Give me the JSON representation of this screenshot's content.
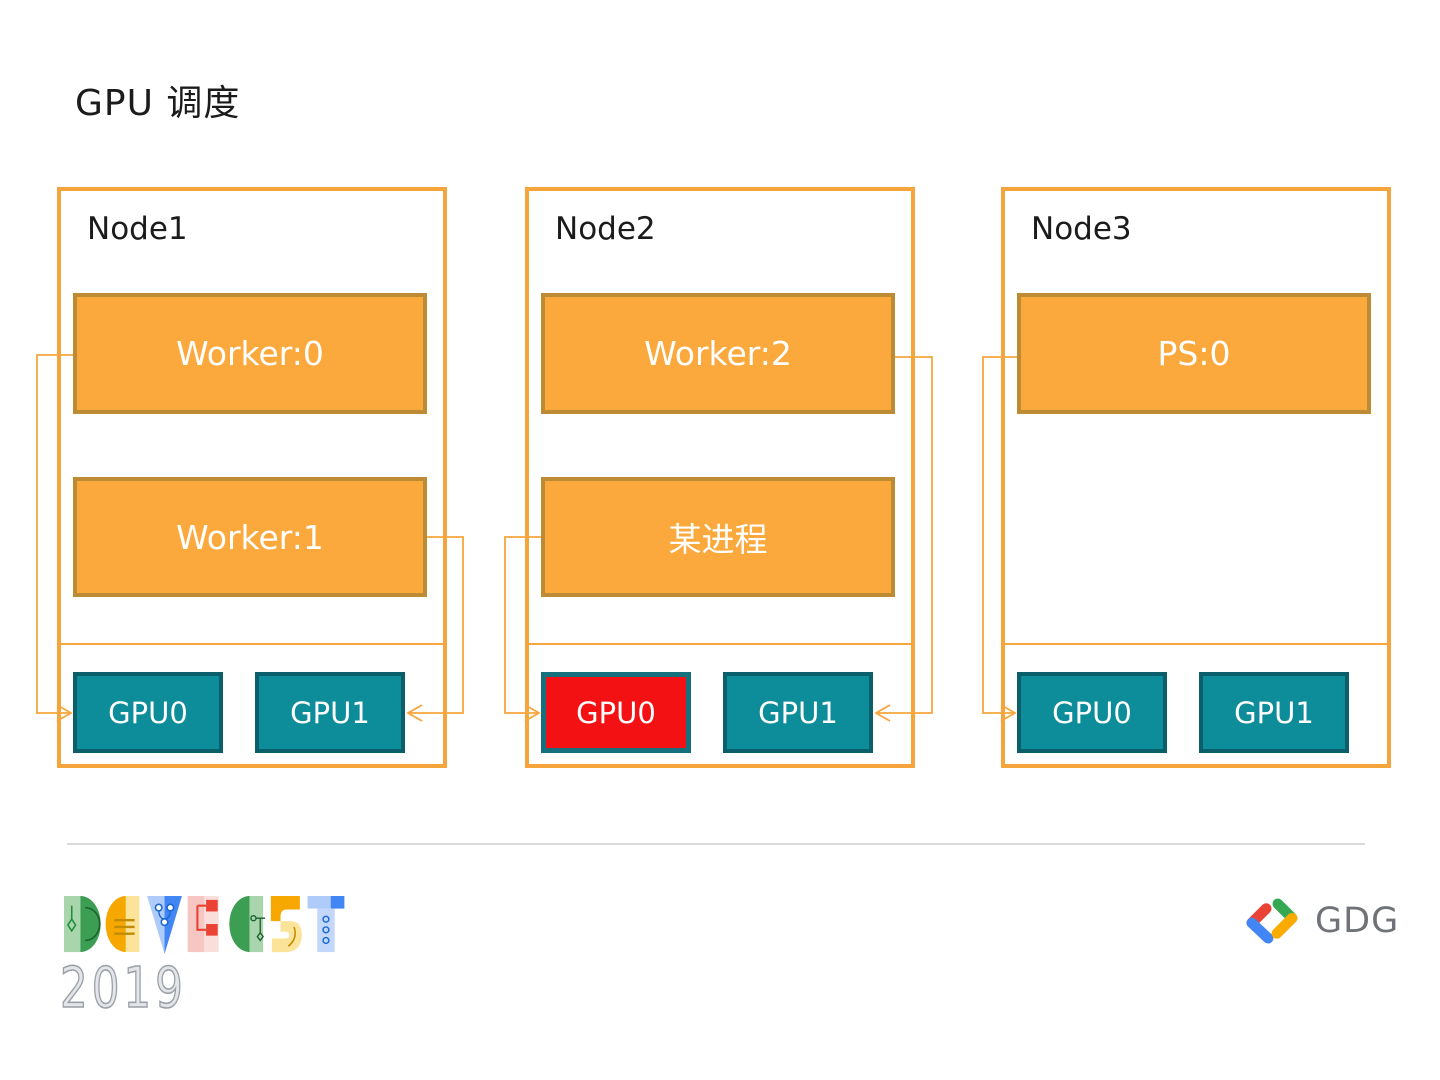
{
  "slide_title": "GPU 调度",
  "nodes": [
    {
      "label": "Node1",
      "processes": [
        "Worker:0",
        "Worker:1"
      ],
      "gpus": [
        "GPU0",
        "GPU1"
      ]
    },
    {
      "label": "Node2",
      "processes": [
        "Worker:2",
        "某进程"
      ],
      "gpus": [
        "GPU0",
        "GPU1"
      ],
      "busy_gpu": "GPU0"
    },
    {
      "label": "Node3",
      "processes": [
        "PS:0"
      ],
      "gpus": [
        "GPU0",
        "GPU1"
      ]
    }
  ],
  "edges": [
    {
      "from": "Node1.Worker:0",
      "to": "Node1.GPU0"
    },
    {
      "from": "Node1.Worker:1",
      "to": "Node1.GPU1"
    },
    {
      "from": "Node2.某进程",
      "to": "Node2.GPU0"
    },
    {
      "from": "Node2.Worker:2",
      "to": "Node2.GPU1"
    },
    {
      "from": "Node3.PS:0",
      "to": "Node3.GPU0"
    }
  ],
  "colors": {
    "node_border": "#F6A43C",
    "process_fill": "#FBA93D",
    "process_border": "#BE8B35",
    "gpu_fill": "#0D8C99",
    "gpu_border": "#0A5F6B",
    "busy_gpu_fill": "#F41113",
    "busy_gpu_border": "#17707E",
    "arrow": "#F7A53C",
    "footer_rule": "#DADADA"
  },
  "footer": {
    "event": "DEVFEST",
    "year": "2019",
    "org": "GDG"
  }
}
